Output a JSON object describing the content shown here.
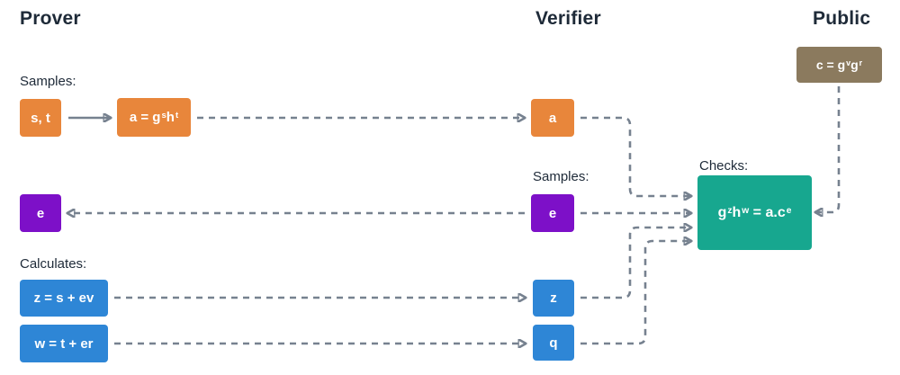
{
  "headings": {
    "prover": "Prover",
    "verifier": "Verifier",
    "public": "Public"
  },
  "labels": {
    "prover_samples": "Samples:",
    "prover_calculates": "Calculates:",
    "verifier_samples": "Samples:",
    "checks": "Checks:"
  },
  "colors": {
    "orange": "#E8863B",
    "purple": "#7D10C8",
    "blue": "#2E86D6",
    "teal": "#17A78F",
    "brown": "#8B7A5E",
    "arrow_gray": "#76818F",
    "text_dark": "#1E2A38"
  },
  "boxes": {
    "prover_sample_values": {
      "text": "s, t"
    },
    "prover_commitment": {
      "formula": [
        {
          "t": "a = g"
        },
        {
          "t": "s",
          "sup": true
        },
        {
          "t": "h"
        },
        {
          "t": "t",
          "sup": true
        }
      ]
    },
    "prover_challenge": {
      "text": "e"
    },
    "prover_calc_z": {
      "text": "z = s + ev"
    },
    "prover_calc_w": {
      "text": "w = t + er"
    },
    "verifier_a": {
      "text": "a"
    },
    "verifier_e": {
      "text": "e"
    },
    "verifier_z": {
      "text": "z"
    },
    "verifier_q": {
      "text": "q"
    },
    "checks_equation": {
      "formula": [
        {
          "t": "g"
        },
        {
          "t": "z",
          "sup": true
        },
        {
          "t": "h"
        },
        {
          "t": "w",
          "sup": true
        },
        {
          "t": " = a.c"
        },
        {
          "t": "e",
          "sup": true
        }
      ]
    },
    "public_commitment": {
      "formula": [
        {
          "t": "c = g"
        },
        {
          "t": "v",
          "sup": true
        },
        {
          "t": "g"
        },
        {
          "t": "r",
          "sup": true
        }
      ]
    }
  },
  "connections": [
    {
      "from": "prover_sample_values",
      "to": "prover_commitment",
      "style": "solid"
    },
    {
      "from": "prover_commitment",
      "to": "verifier_a",
      "style": "dashed"
    },
    {
      "from": "verifier_e",
      "to": "prover_challenge",
      "style": "dashed"
    },
    {
      "from": "prover_calc_z",
      "to": "verifier_z",
      "style": "dashed"
    },
    {
      "from": "prover_calc_w",
      "to": "verifier_q",
      "style": "dashed"
    },
    {
      "from": "verifier_a",
      "to": "checks_equation",
      "style": "dashed"
    },
    {
      "from": "verifier_e",
      "to": "checks_equation",
      "style": "dashed"
    },
    {
      "from": "verifier_z",
      "to": "checks_equation",
      "style": "dashed"
    },
    {
      "from": "verifier_q",
      "to": "checks_equation",
      "style": "dashed"
    },
    {
      "from": "public_commitment",
      "to": "checks_equation",
      "style": "dashed"
    }
  ]
}
